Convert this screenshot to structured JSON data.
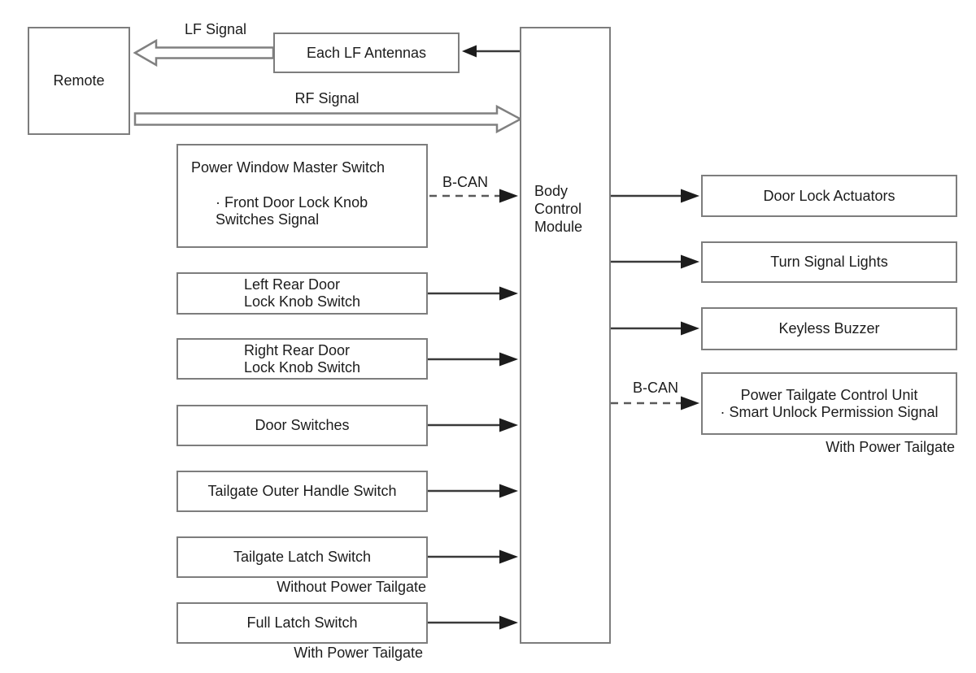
{
  "diagram": {
    "remote": {
      "label": "Remote"
    },
    "each_lf_antennas": {
      "label": "Each LF Antennas"
    },
    "bcm": {
      "label": "Body\nControl\nModule"
    },
    "signals": {
      "lf": "LF Signal",
      "rf": "RF Signal",
      "bcan_left": "B-CAN",
      "bcan_right": "B-CAN"
    },
    "left_boxes": [
      {
        "label": "Power Window Master Switch",
        "sublabel": "· Front Door Lock Knob\nSwitches Signal"
      },
      {
        "label": "Left Rear Door\nLock Knob Switch"
      },
      {
        "label": "Right Rear Door\nLock Knob Switch"
      },
      {
        "label": "Door Switches"
      },
      {
        "label": "Tailgate Outer Handle Switch"
      },
      {
        "label": "Tailgate Latch Switch",
        "caption": "Without Power Tailgate"
      },
      {
        "label": "Full Latch Switch",
        "caption": "With Power Tailgate"
      }
    ],
    "right_boxes": [
      {
        "label": "Door Lock Actuators"
      },
      {
        "label": "Turn Signal Lights"
      },
      {
        "label": "Keyless Buzzer"
      },
      {
        "label": "Power Tailgate Control Unit\n· Smart Unlock Permission Signal",
        "caption": "With Power Tailgate"
      }
    ],
    "colors": {
      "background": "#ffffff",
      "box_border": "#7d7d7d",
      "arrow_line": "#3a3a3a",
      "text": "#1c1c1c"
    }
  }
}
